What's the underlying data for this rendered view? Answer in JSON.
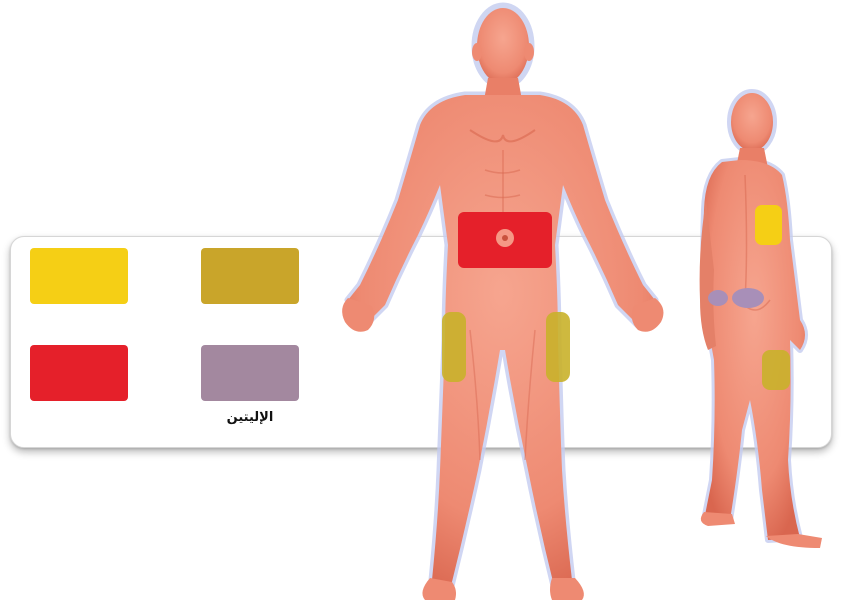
{
  "colors": {
    "thigh": "#f5cf15",
    "arm": "#c9a52a",
    "abdomen": "#e5202a",
    "buttock": "#a3889f",
    "skin": "#f0907a",
    "skin_shadow": "#d8674f",
    "outline_glow": "#b9c3ec"
  },
  "legend": {
    "items": [
      {
        "id": "thigh",
        "label": ""
      },
      {
        "id": "arm",
        "label": ""
      },
      {
        "id": "abdomen",
        "label": ""
      },
      {
        "id": "buttock",
        "label": "الإليتين"
      }
    ]
  }
}
